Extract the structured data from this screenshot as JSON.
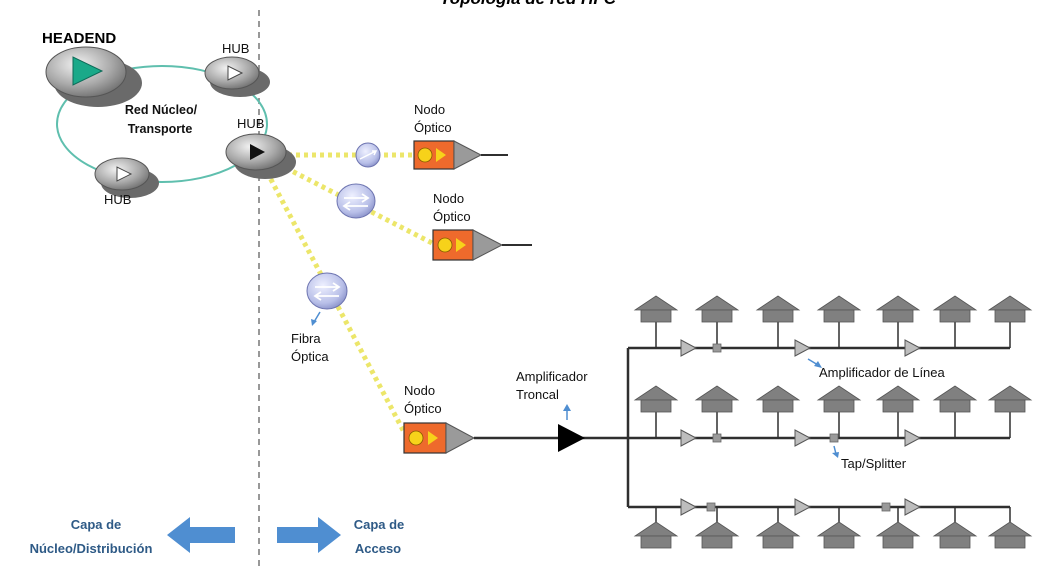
{
  "title": "Topología de red HFC",
  "labels": {
    "headend": "HEADEND",
    "hub": "HUB",
    "core_network_line1": "Red Núcleo/",
    "core_network_line2": "Transporte",
    "node_line1": "Nodo",
    "node_line2": "Óptico",
    "fiber_line1": "Fibra",
    "fiber_line2": "Óptica",
    "trunk_amp_line1": "Amplificador",
    "trunk_amp_line2": "Troncal",
    "line_amp": "Amplificador de Línea",
    "tap_splitter": "Tap/Splitter",
    "core_layer_line1": "Capa de",
    "core_layer_line2": "Núcleo/Distribución",
    "access_layer_line1": "Capa de",
    "access_layer_line2": "Acceso"
  },
  "colors": {
    "ring": "#5fbfae",
    "fiber": "#ece66a",
    "headend_triangle": "#1aa989",
    "node_body": "#ee6a2c",
    "node_icon": "#f7d21a",
    "arrow": "#4f8ed1",
    "house": "#808080",
    "coax": "#2f2f2f"
  },
  "icons": [
    "router-icon",
    "splitter-icon",
    "optical-node-icon",
    "trunk-amplifier-icon",
    "line-amplifier-icon",
    "house-icon",
    "tap-icon",
    "arrow-left-icon",
    "arrow-right-icon"
  ]
}
